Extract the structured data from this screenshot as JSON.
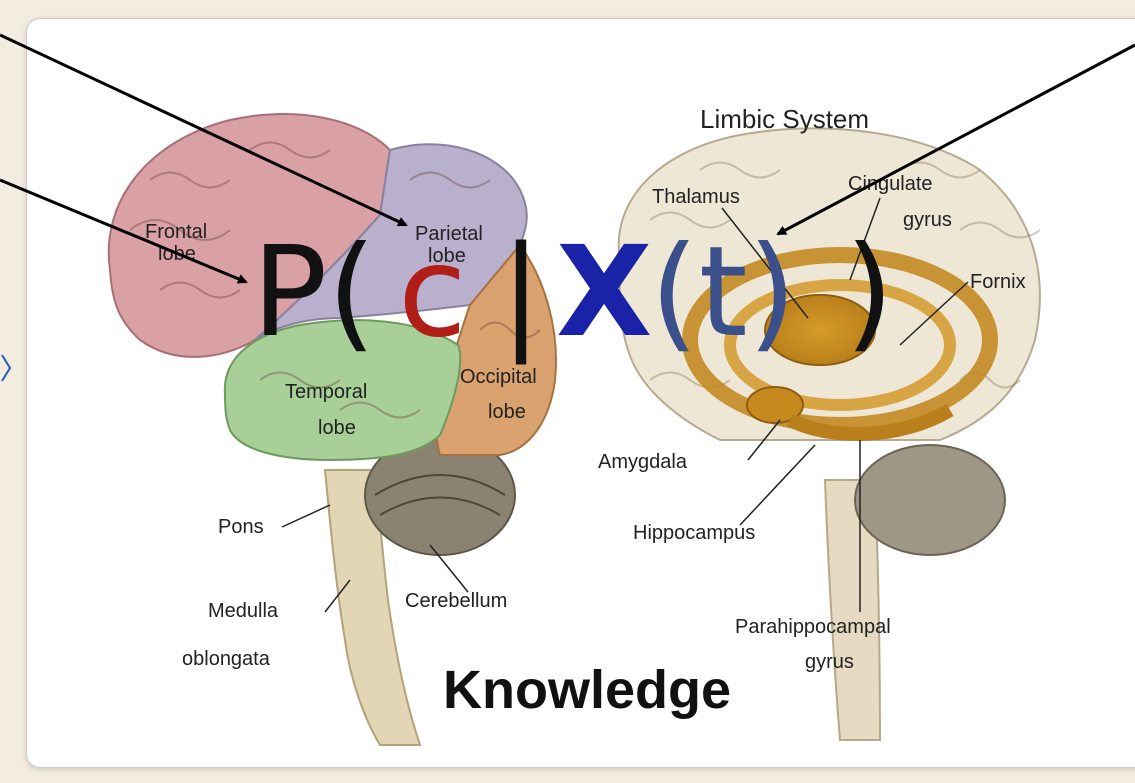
{
  "left_brain": {
    "labels": {
      "frontal_1": "Frontal",
      "frontal_2": "lobe",
      "parietal_1": "Parietal",
      "parietal_2": "lobe",
      "temporal_1": "Temporal",
      "temporal_2": "lobe",
      "occipital_1": "Occipital",
      "occipital_2": "lobe",
      "pons": "Pons",
      "medulla_1": "Medulla",
      "medulla_2": "oblongata",
      "cerebellum": "Cerebellum"
    }
  },
  "right_brain": {
    "title": "Limbic System",
    "labels": {
      "thalamus": "Thalamus",
      "cingulate_1": "Cingulate",
      "cingulate_2": "gyrus",
      "fornix": "Fornix",
      "amygdala": "Amygdala",
      "hippocampus": "Hippocampus",
      "parahippo_1": "Parahippocampal",
      "parahippo_2": "gyrus"
    }
  },
  "formula": {
    "p": "P(",
    "c": "c",
    "bar": "|",
    "x": "X",
    "t": "(t)",
    "close": ")"
  },
  "caption": "Knowledge",
  "colors": {
    "frontal": "#d9a0a6",
    "parietal": "#b8b0cc",
    "temporal": "#a8cf98",
    "occipital": "#d9a26e",
    "formula_c": "#b01e17",
    "formula_x": "#1a22a8",
    "formula_t": "#3b4f8a"
  }
}
